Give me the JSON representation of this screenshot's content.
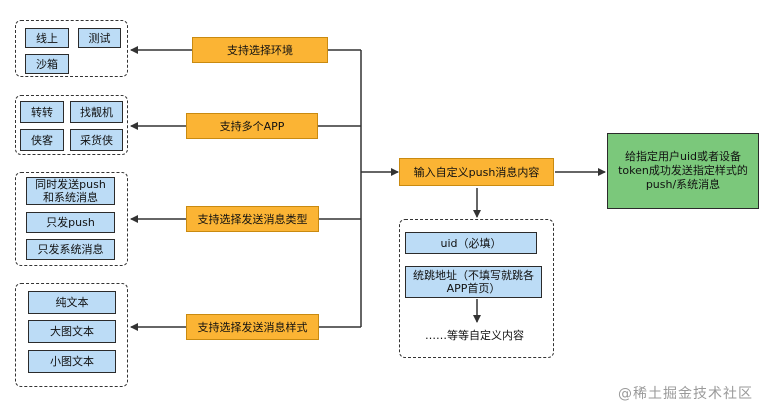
{
  "features": {
    "env": "支持选择环境",
    "multi_app": "支持多个APP",
    "msg_type": "支持选择发送消息类型",
    "msg_style": "支持选择发送消息样式"
  },
  "env_options": [
    "线上",
    "测试",
    "沙箱"
  ],
  "app_options": [
    "转转",
    "找靓机",
    "侠客",
    "采货侠"
  ],
  "type_options": [
    "同时发送push和系统消息",
    "只发push",
    "只发系统消息"
  ],
  "style_options": [
    "纯文本",
    "大图文本",
    "小图文本"
  ],
  "input": {
    "label": "输入自定义push消息内容",
    "fields": [
      "uid（必填）",
      "统跳地址（不填写就跳各APP首页）"
    ],
    "more": "……等等自定义内容"
  },
  "result": "给指定用户uid或者设备token成功发送指定样式的push/系统消息",
  "watermark": "@稀土掘金技术社区",
  "colors": {
    "feature_fill": "#fbb434",
    "option_fill": "#bcdcf6",
    "result_fill": "#7bc87b",
    "line": "#333333"
  }
}
